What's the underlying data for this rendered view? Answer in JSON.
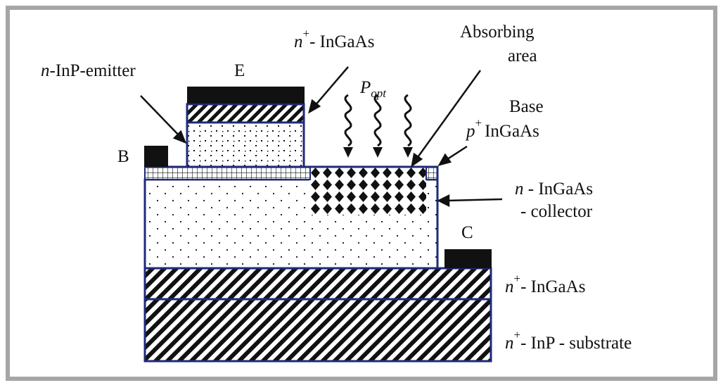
{
  "figure": {
    "labels": {
      "emitter_contact": "E",
      "base_contact": "B",
      "collector_contact": "C",
      "emitter_layer_italic": "n",
      "emitter_layer_rest": "-InP-emitter",
      "cap_layer_n": "n",
      "cap_layer_sup": "+",
      "cap_layer_rest": "- InGaAs",
      "absorbing_line1": "Absorbing",
      "absorbing_line2": "area",
      "popt_main": "P",
      "popt_sub": "opt",
      "base_line1": "Base",
      "base_p": "p",
      "base_sup": "+",
      "base_line2": "InGaAs",
      "collector_n": "n",
      "collector_rest": " - InGaAs",
      "collector_line2": "- collector",
      "subcollector_n": "n",
      "subcollector_sup": "+",
      "subcollector_rest": "- InGaAs",
      "substrate_n": "n",
      "substrate_sup": "+",
      "substrate_rest": "- InP - substrate"
    },
    "colors": {
      "border_gray": "#a6a6a6",
      "layer_outline": "#1f2a7a",
      "contact_fill": "#111111"
    }
  }
}
